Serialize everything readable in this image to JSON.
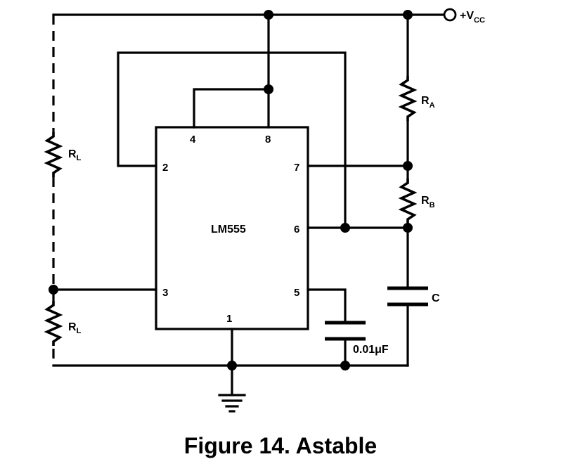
{
  "figure": {
    "caption": "Figure 14.  Astable"
  },
  "chip": {
    "name": "LM555",
    "pins": {
      "p1": "1",
      "p2": "2",
      "p3": "3",
      "p4": "4",
      "p5": "5",
      "p6": "6",
      "p7": "7",
      "p8": "8"
    }
  },
  "supply": {
    "prefix": "+V",
    "sub": "CC"
  },
  "components": {
    "ra": {
      "main": "R",
      "sub": "A"
    },
    "rb": {
      "main": "R",
      "sub": "B"
    },
    "rl_top": {
      "main": "R",
      "sub": "L"
    },
    "rl_bottom": {
      "main": "R",
      "sub": "L"
    },
    "c_timing": "C",
    "c_control": "0.01μF"
  }
}
